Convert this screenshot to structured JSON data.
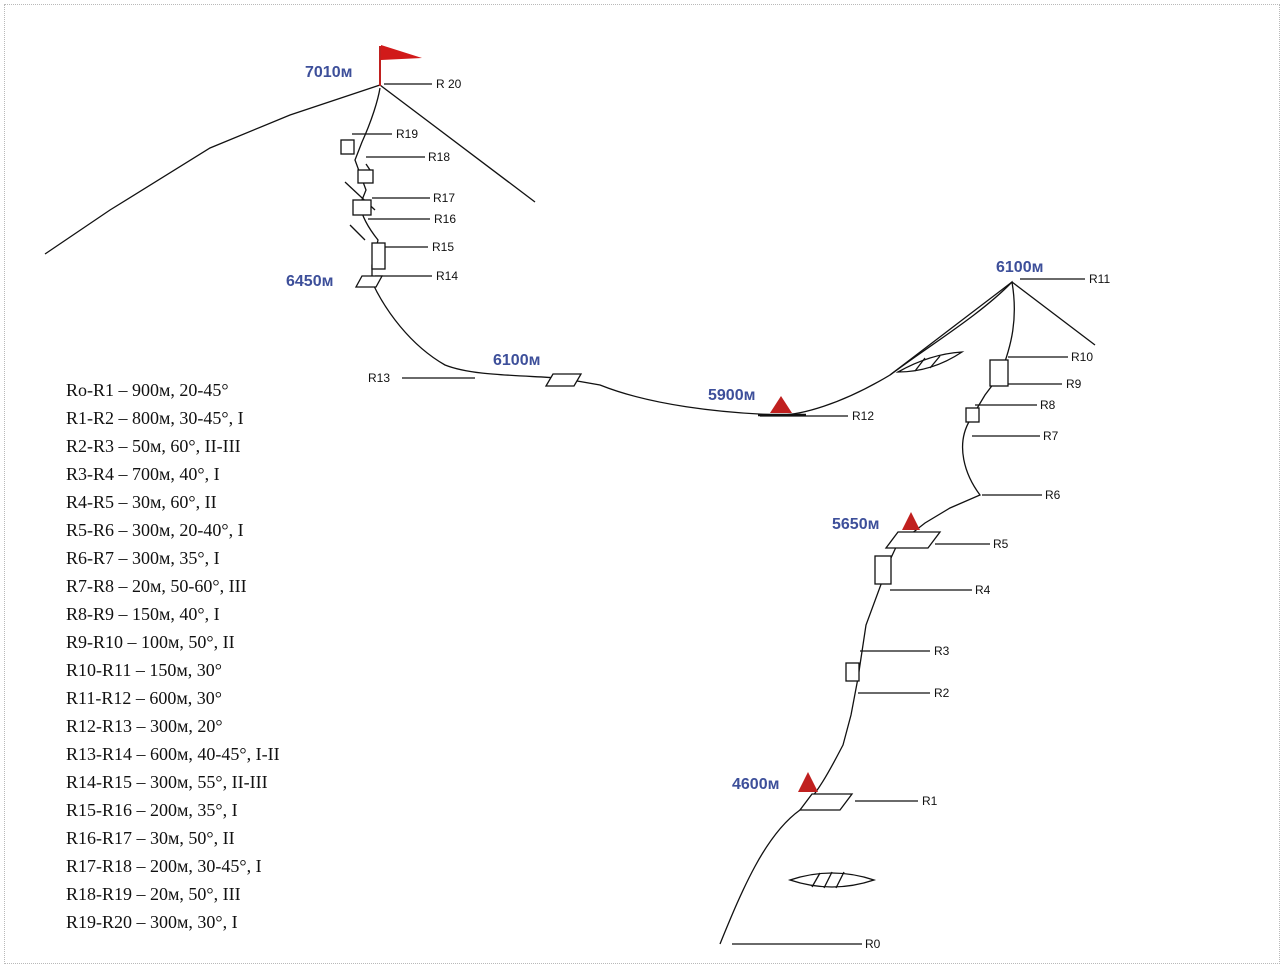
{
  "elevations": {
    "e7010": "7010м",
    "e6450": "6450м",
    "e6100_middle": "6100м",
    "e6100_right": "6100м",
    "e5900": "5900м",
    "e5650": "5650м",
    "e4600": "4600м"
  },
  "route_points": {
    "R0": "R0",
    "R1": "R1",
    "R2": "R2",
    "R3": "R3",
    "R4": "R4",
    "R5": "R5",
    "R6": "R6",
    "R7": "R7",
    "R8": "R8",
    "R9": "R9",
    "R10": "R10",
    "R11": "R11",
    "R12": "R12",
    "R13": "R13",
    "R14": "R14",
    "R15": "R15",
    "R16": "R16",
    "R17": "R17",
    "R18": "R18",
    "R19": "R19",
    "R20": "R 20"
  },
  "legend": [
    "Ro-R1 – 900м, 20-45°",
    "R1-R2 – 800м, 30-45°, I",
    "R2-R3 – 50м, 60°, II-III",
    "R3-R4 – 700м, 40°, I",
    "R4-R5 – 30м, 60°, II",
    "R5-R6 – 300м, 20-40°, I",
    "R6-R7 – 300м, 35°, I",
    "R7-R8 – 20м, 50-60°, III",
    "R8-R9 – 150м, 40°, I",
    "R9-R10 – 100м, 50°, II",
    "R10-R11 – 150м, 30°",
    "R11-R12 – 600м, 30°",
    "R12-R13 – 300м, 20°",
    "R13-R14 – 600м, 40-45°, I-II",
    "R14-R15 – 300м, 55°, II-III",
    "R15-R16 – 200м, 35°, I",
    "R16-R17 – 30м, 50°, II",
    "R17-R18 – 200м, 30-45°, I",
    "R18-R19 – 20м, 50°, III",
    "R19-R20 – 300м, 30°, I"
  ],
  "colors": {
    "line": "#111111",
    "camp_marker": "#c0201f",
    "summit_flag": "#d11a1a",
    "elevation_text": "#3d4f9a"
  }
}
